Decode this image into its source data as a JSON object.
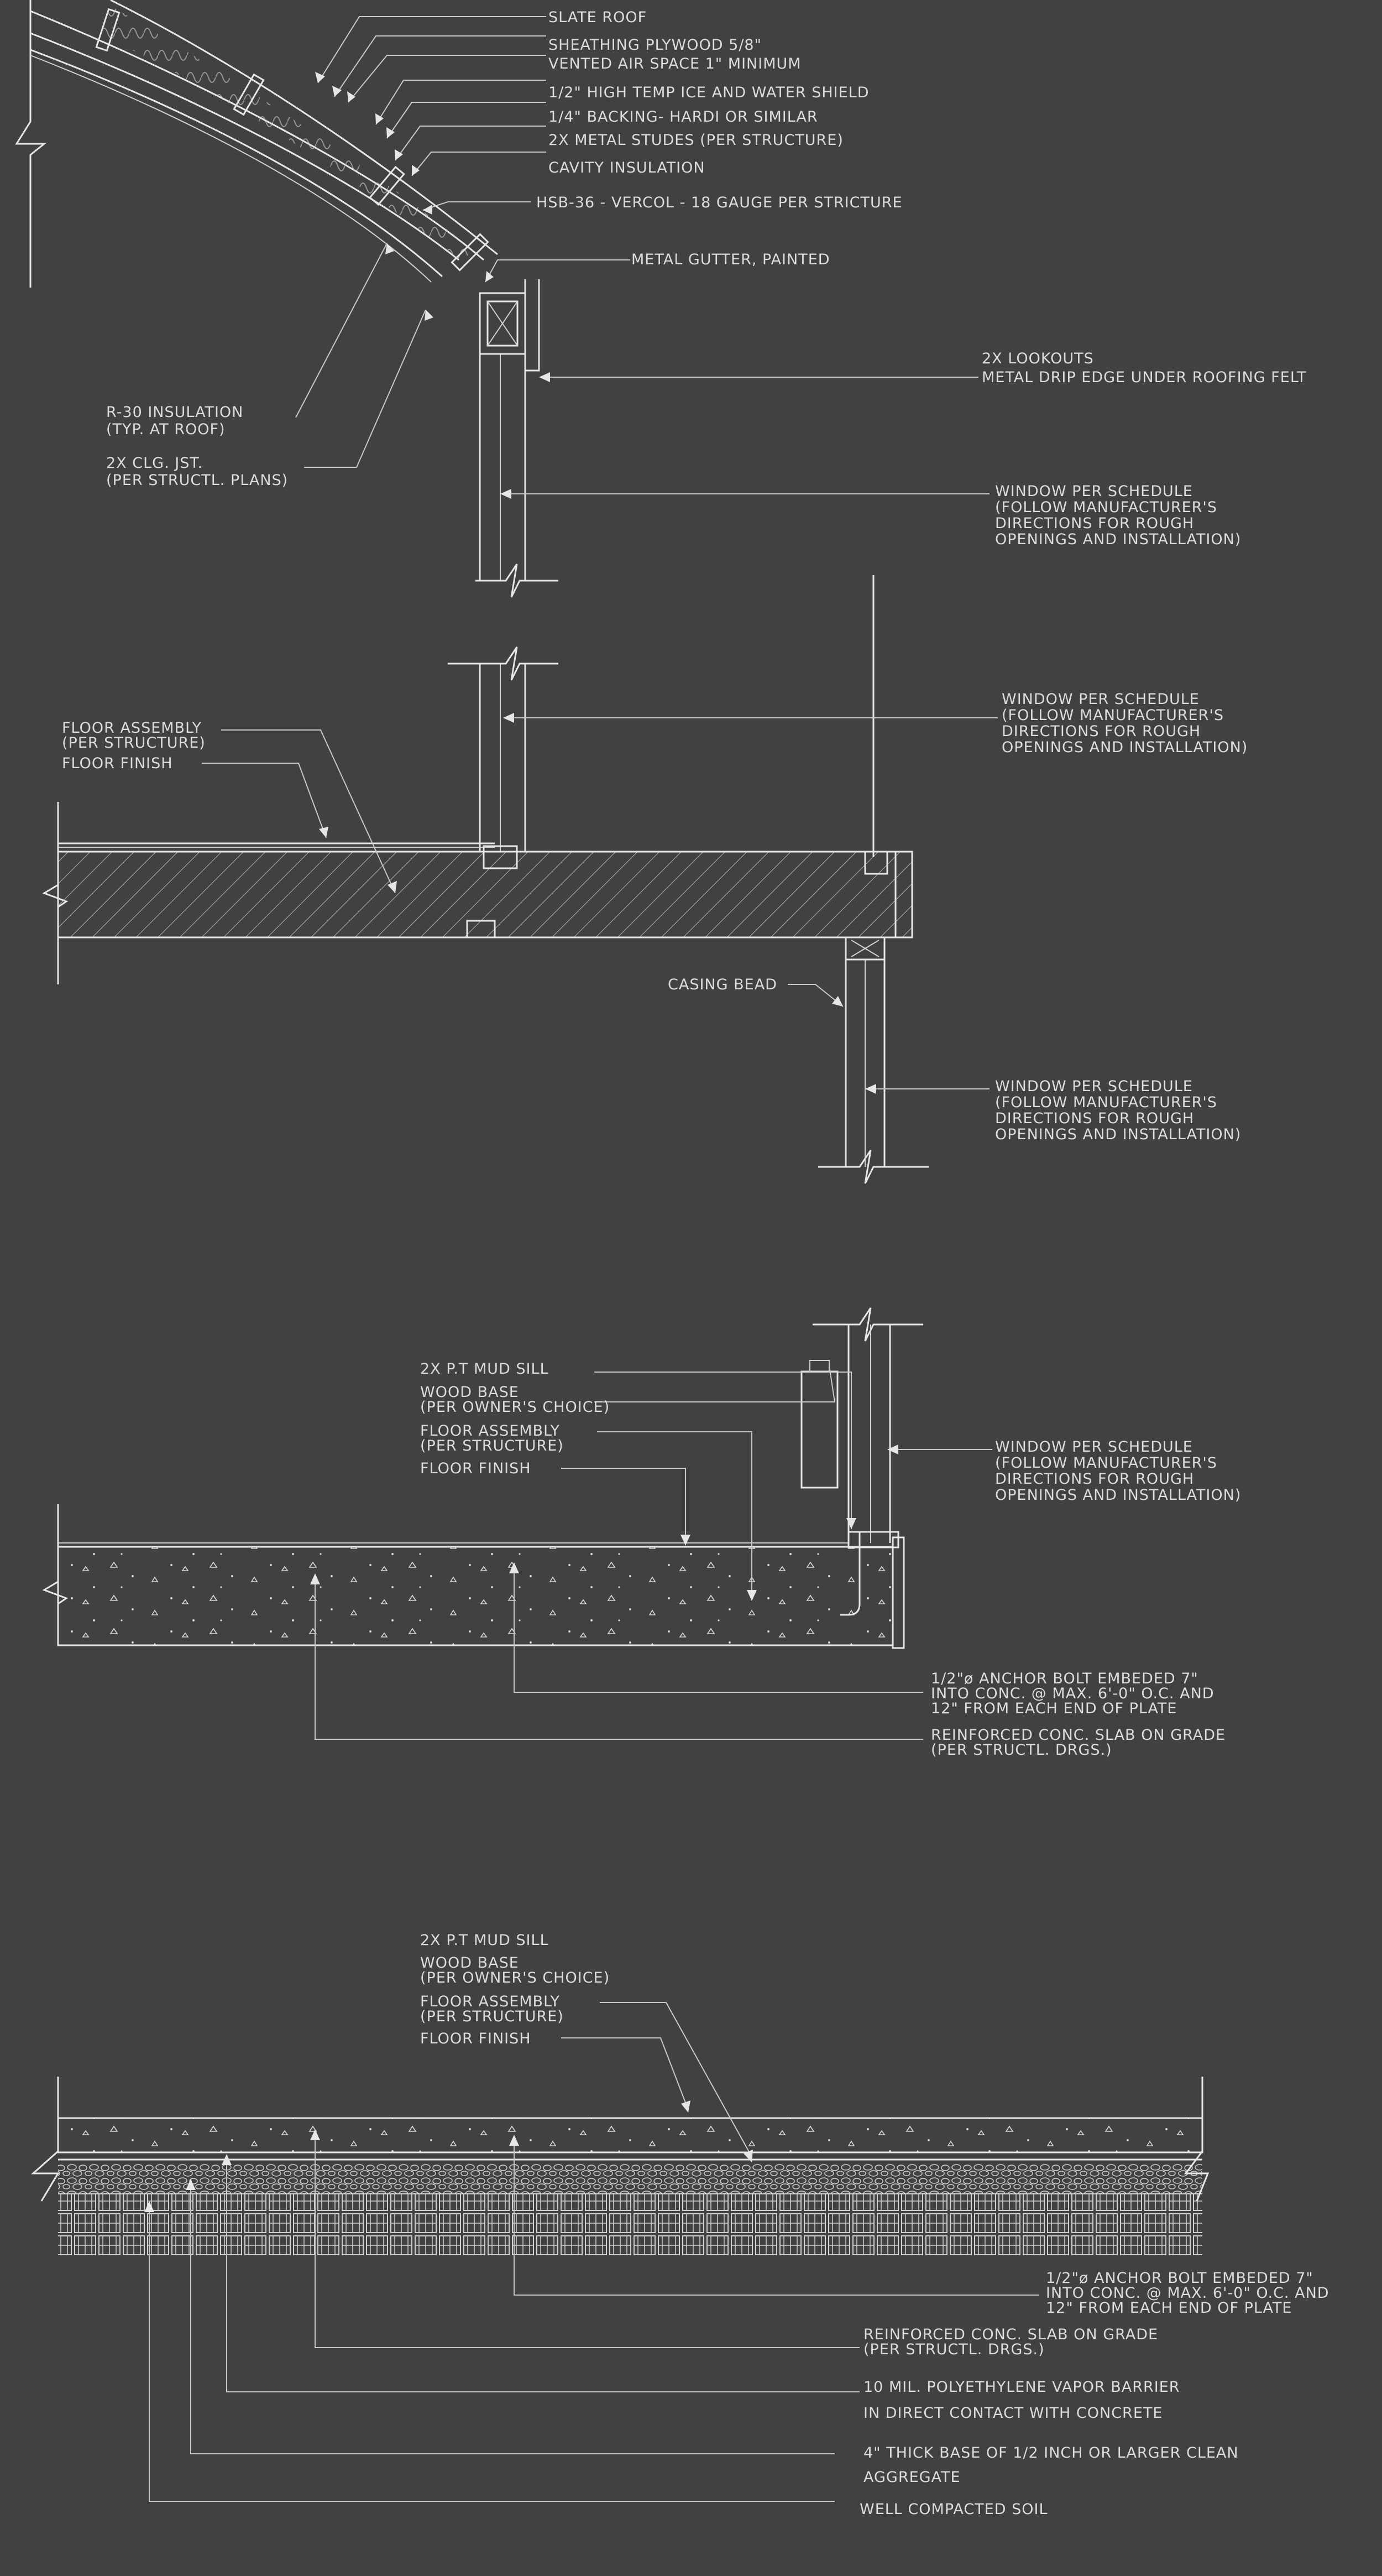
{
  "details": {
    "roof": {
      "slate_roof": "SLATE ROOF",
      "sheathing": "SHEATHING PLYWOOD 5/8\"",
      "vented_air": "VENTED AIR SPACE 1\" MINIMUM",
      "ice_water": "1/2\" HIGH TEMP ICE AND WATER SHIELD",
      "backing": "1/4\" BACKING- HARDI OR SIMILAR",
      "metal_studs": "2X METAL STUDES (PER STRUCTURE)",
      "cavity": "CAVITY INSULATION",
      "hsb": "HSB-36 - VERCOL - 18 GAUGE PER STRICTURE",
      "gutter": "METAL GUTTER, PAINTED",
      "lookouts": "2X LOOKOUTS",
      "drip_edge": "METAL DRIP EDGE UNDER ROOFING FELT",
      "r30": [
        "R-30 INSULATION",
        "(TYP. AT ROOF)"
      ],
      "clg_jst": [
        "2X CLG. JST.",
        "(PER STRUCTL. PLANS)"
      ],
      "window": [
        "WINDOW PER SCHEDULE",
        "(FOLLOW MANUFACTURER'S",
        "DIRECTIONS FOR ROUGH",
        "OPENINGS AND INSTALLATION)"
      ]
    },
    "floor": {
      "assembly": [
        "FLOOR ASSEMBLY",
        "(PER STRUCTURE)"
      ],
      "finish": "FLOOR FINISH",
      "casing_bead": "CASING BEAD",
      "window_upper": [
        "WINDOW PER SCHEDULE",
        "(FOLLOW MANUFACTURER'S",
        "DIRECTIONS FOR ROUGH",
        "OPENINGS AND INSTALLATION)"
      ],
      "window_lower": [
        "WINDOW PER SCHEDULE",
        "(FOLLOW MANUFACTURER'S",
        "DIRECTIONS FOR ROUGH",
        "OPENINGS AND INSTALLATION)"
      ]
    },
    "slab_wall": {
      "mud_sill": "2X P.T MUD SILL",
      "wood_base": [
        "WOOD BASE",
        "(PER OWNER'S CHOICE)"
      ],
      "assembly": [
        "FLOOR ASSEMBLY",
        "(PER STRUCTURE)"
      ],
      "finish": "FLOOR FINISH",
      "window": [
        "WINDOW PER SCHEDULE",
        "(FOLLOW MANUFACTURER'S",
        "DIRECTIONS FOR ROUGH",
        "OPENINGS AND INSTALLATION)"
      ],
      "anchor": [
        "1/2\"ø ANCHOR BOLT EMBEDED 7\"",
        "INTO CONC. @ MAX. 6'-0\" O.C. AND",
        "12\" FROM EACH END OF PLATE"
      ],
      "slab": [
        "REINFORCED CONC. SLAB ON GRADE",
        "(PER STRUCTL. DRGS.)"
      ]
    },
    "slab_grade": {
      "mud_sill": "2X P.T MUD SILL",
      "wood_base": [
        "WOOD BASE",
        "(PER OWNER'S CHOICE)"
      ],
      "assembly": [
        "FLOOR ASSEMBLY",
        "(PER STRUCTURE)"
      ],
      "finish": "FLOOR FINISH",
      "anchor": [
        "1/2\"ø ANCHOR BOLT EMBEDED 7\"",
        "INTO CONC. @ MAX. 6'-0\" O.C. AND",
        "12\" FROM EACH END OF PLATE"
      ],
      "slab": [
        "REINFORCED CONC. SLAB ON GRADE",
        "(PER STRUCTL. DRGS.)"
      ],
      "vapor": [
        "10 MIL. POLYETHYLENE VAPOR BARRIER",
        "IN DIRECT CONTACT WITH CONCRETE"
      ],
      "base": [
        "4\" THICK BASE OF 1/2 INCH OR LARGER CLEAN",
        "AGGREGATE"
      ],
      "soil": "WELL COMPACTED SOIL"
    }
  },
  "colors": {
    "background": "#414141",
    "linework": "#e6e6e6",
    "text": "#dcdcdc"
  }
}
